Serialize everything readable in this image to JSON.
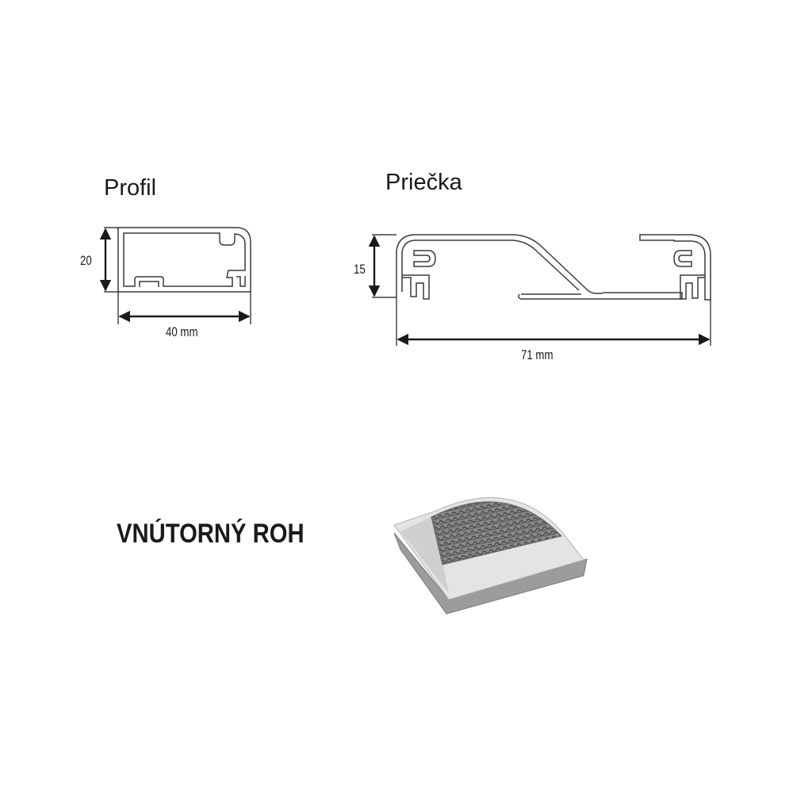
{
  "profil": {
    "title": "Profil",
    "height_label": "20",
    "width_label": "40 mm"
  },
  "priecka": {
    "title": "Priečka",
    "height_label": "15",
    "width_label": "71 mm"
  },
  "corner": {
    "title": "VNÚTORNÝ ROH"
  },
  "colors": {
    "line": "#1a1a1a",
    "profile_stroke": "#3a3a3a",
    "corner_top": "#e6e6e6",
    "corner_side": "#9c9c9c",
    "corner_mesh": "#6b6b6b"
  }
}
